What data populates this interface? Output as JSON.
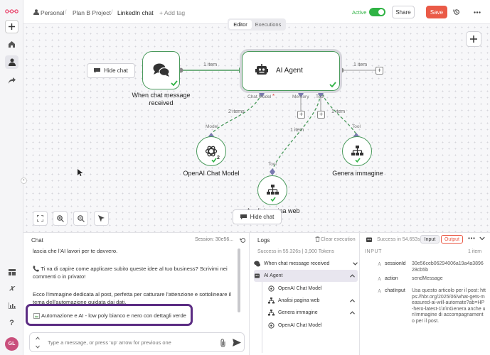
{
  "breadcrumb": {
    "owner": "Personal",
    "project": "Plan B Project",
    "workflow": "LinkedIn chat",
    "add_tag": "+ Add tag"
  },
  "header": {
    "active_label": "Active",
    "share_label": "Share",
    "save_label": "Save",
    "toggle_on": true
  },
  "view_tabs": [
    {
      "label": "Editor",
      "active": true
    },
    {
      "label": "Executions",
      "active": false
    }
  ],
  "nodes": {
    "chat_trigger": {
      "label_line1": "When chat message",
      "label_line2": "received"
    },
    "ai_agent": {
      "label": "AI Agent",
      "port_chat_model": "Chat Model",
      "port_chat_model_required": "*",
      "port_memory": "Memory",
      "port_tool": "Tool"
    },
    "openai_model": {
      "label": "OpenAI Chat Model",
      "port": "Model",
      "badge": "2"
    },
    "genera_immagine": {
      "label": "Genera immagine",
      "port": "Tool"
    },
    "analisi_pagina": {
      "label": "Analisi pagina web",
      "port": "Tool"
    }
  },
  "edges": {
    "trigger_to_agent": "1 item",
    "agent_out": "1 item",
    "model_items": "2 items",
    "tool_items_a": "1 item",
    "tool_items_b": "1 item"
  },
  "canvas": {
    "hide_chat_top": "Hide chat",
    "hide_chat_bottom": "Hide chat"
  },
  "chat": {
    "title": "Chat",
    "session": "Session: 30e56...",
    "messages": [
      "lascia che l'AI lavori per te davvero.",
      "📞 Ti va di capire come applicare subito queste idee al tuo business? Scrivimi nei commenti o in privato!",
      "Ecco l'immagine dedicata al post, perfetta per catturare l'attenzione e sottolineare il tema dell'automazione guidata dai dati."
    ],
    "image_alt": "Automazione e AI - low poly bianco e nero con dettagli verde",
    "input_placeholder": "Type a message, or press 'up' arrow for previous one"
  },
  "logs": {
    "title": "Logs",
    "clear_label": "Clear execution",
    "summary": "Success in 55.326s | 3,900 Tokens",
    "rows": [
      {
        "label": "When chat message received",
        "indent": 0,
        "chevron": "down"
      },
      {
        "label": "AI Agent",
        "indent": 0,
        "chevron": "up",
        "selected": true
      },
      {
        "label": "OpenAI Chat Model",
        "indent": 1,
        "chevron": ""
      },
      {
        "label": "Analisi pagina web",
        "indent": 1,
        "chevron": "up"
      },
      {
        "label": "Genera immagine",
        "indent": 1,
        "chevron": "up"
      },
      {
        "label": "OpenAI Chat Model",
        "indent": 2,
        "chevron": ""
      }
    ]
  },
  "output": {
    "success": "Success in 54.653s",
    "input_tab": "Input",
    "output_tab": "Output",
    "section": "INPUT",
    "item_count": "1 item",
    "fields": [
      {
        "type": "A",
        "key": "sessionId",
        "value": "30e56ceb06294006a19a4a389628cb5b"
      },
      {
        "type": "A",
        "key": "action",
        "value": "sendMessage"
      },
      {
        "type": "A",
        "key": "chatInput",
        "value": "Usa questo articolo per il post: https://hbr.org/2025/06/what-gets-measured-ai-will-automate?ab=HP-hero-latest-1\\n\\nGenera anche un'immagine di accompagnamento per il post."
      }
    ]
  },
  "user": {
    "initials": "GL"
  },
  "colors": {
    "accent_green": "#4a9a5c",
    "save_red": "#ea5a47",
    "active_green": "#2fb344",
    "highlight_purple": "#5b2c83",
    "logo_red": "#ea4b71"
  }
}
